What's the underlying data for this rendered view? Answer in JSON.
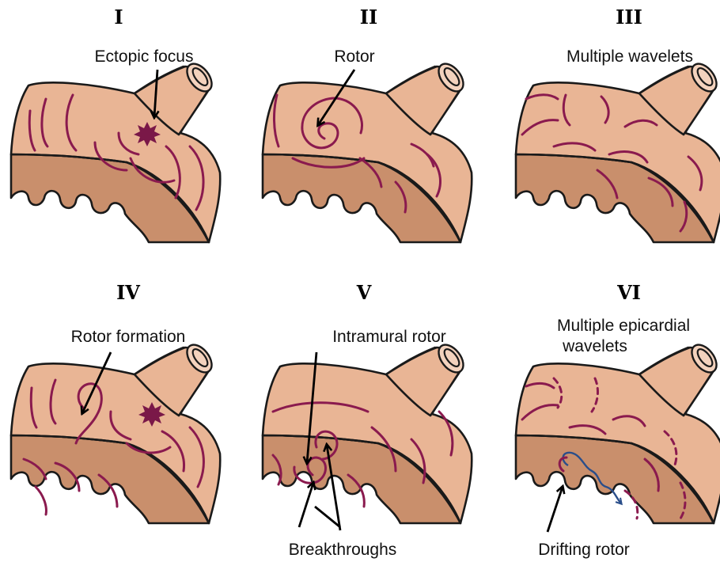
{
  "panels": [
    {
      "id": "I",
      "numeral": "I",
      "label": "Ectopic focus"
    },
    {
      "id": "II",
      "numeral": "II",
      "label": "Rotor"
    },
    {
      "id": "III",
      "numeral": "III",
      "label": "Multiple wavelets"
    },
    {
      "id": "IV",
      "numeral": "IV",
      "label": "Rotor formation"
    },
    {
      "id": "V",
      "numeral": "V",
      "label": "Intramural rotor",
      "label2": "Breakthroughs"
    },
    {
      "id": "VI",
      "numeral": "VI",
      "label": "Multiple epicardial",
      "label_line2": "wavelets",
      "label2": "Drifting rotor"
    }
  ],
  "colors": {
    "tissue": "#e9b595",
    "cut_surface": "#c98f6c",
    "wavefront": "#8a1a4e",
    "drift_path": "#2a4e8a"
  }
}
